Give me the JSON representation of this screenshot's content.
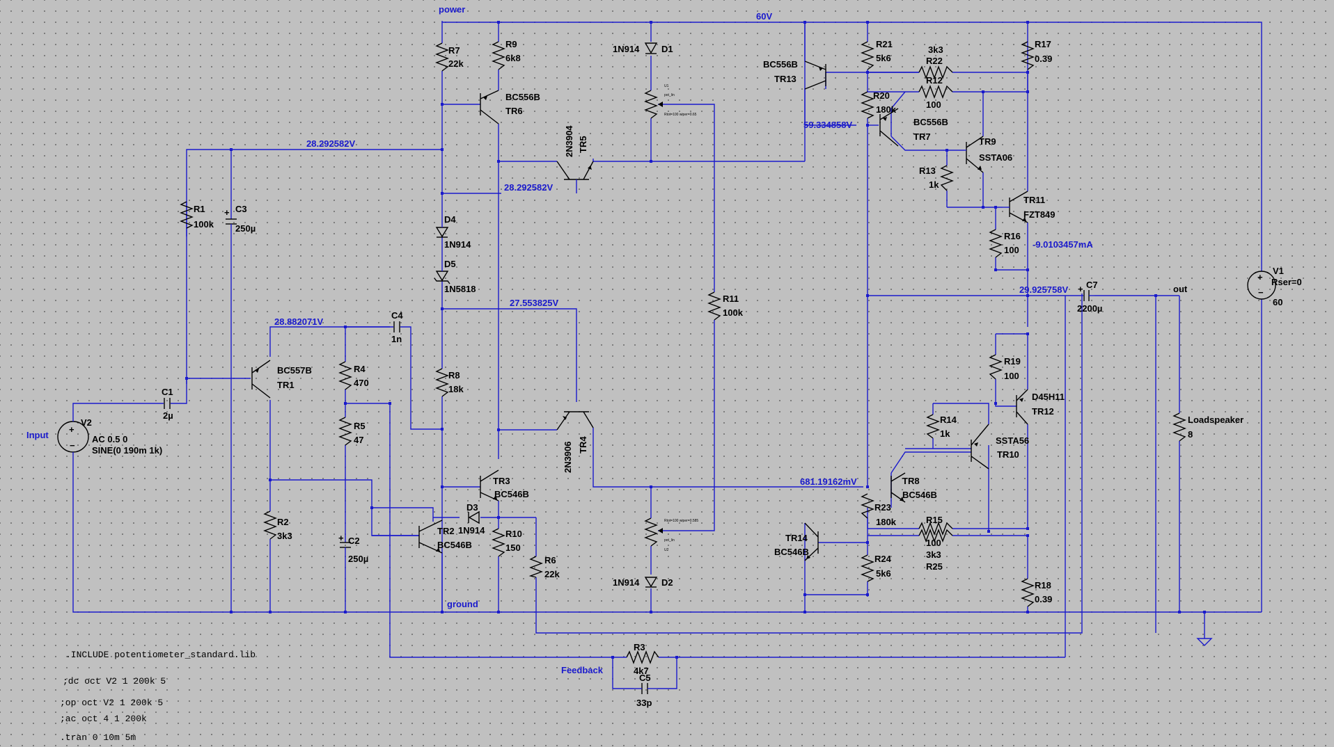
{
  "nets": {
    "power": "power",
    "v60": "60V",
    "ground": "ground",
    "feedback": "Feedback",
    "out": "out",
    "input": "Input",
    "v_top": "28.292582V",
    "v_tr5": "28.292582V",
    "v_c4": "28.882071V",
    "v_mid": "27.553825V",
    "v_tr7": "59.334858V",
    "v_tr8": "681.19162mV",
    "v_out": "29.925758V",
    "i_r16": "-9.0103457mA"
  },
  "components": {
    "R7": {
      "name": "R7",
      "value": "22k"
    },
    "R9": {
      "name": "R9",
      "value": "6k8"
    },
    "R1": {
      "name": "R1",
      "value": "100k"
    },
    "C3": {
      "name": "C3",
      "value": "250µ"
    },
    "C1": {
      "name": "C1",
      "value": "2µ"
    },
    "C4": {
      "name": "C4",
      "value": "1n"
    },
    "R4": {
      "name": "R4",
      "value": "470"
    },
    "R5": {
      "name": "R5",
      "value": "47"
    },
    "R2": {
      "name": "R2",
      "value": "3k3"
    },
    "C2": {
      "name": "C2",
      "value": "250µ"
    },
    "R8": {
      "name": "R8",
      "value": "18k"
    },
    "R10": {
      "name": "R10",
      "value": "150"
    },
    "R6": {
      "name": "R6",
      "value": "22k"
    },
    "R3": {
      "name": "R3",
      "value": "4k7"
    },
    "C5": {
      "name": "C5",
      "value": "33p"
    },
    "R11": {
      "name": "R11",
      "value": "100k"
    },
    "R21": {
      "name": "R21",
      "value": "5k6"
    },
    "R20": {
      "name": "R20",
      "value": "180k"
    },
    "R22": {
      "name": "R22",
      "value": "3k3"
    },
    "R12": {
      "name": "R12",
      "value": "100"
    },
    "R13": {
      "name": "R13",
      "value": "1k"
    },
    "R16": {
      "name": "R16",
      "value": "100"
    },
    "R17": {
      "name": "R17",
      "value": "0.39"
    },
    "C7": {
      "name": "C7",
      "value": "2200µ"
    },
    "R19": {
      "name": "R19",
      "value": "100"
    },
    "R14": {
      "name": "R14",
      "value": "1k"
    },
    "R23": {
      "name": "R23",
      "value": "180k"
    },
    "R24": {
      "name": "R24",
      "value": "5k6"
    },
    "R15": {
      "name": "R15",
      "value": "100"
    },
    "R25": {
      "name": "R25",
      "value": "3k3"
    },
    "R18": {
      "name": "R18",
      "value": "0.39"
    },
    "LS": {
      "name": "Loadspeaker",
      "value": "8"
    },
    "D1": {
      "name": "D1",
      "value": "1N914"
    },
    "D2": {
      "name": "D2",
      "value": "1N914"
    },
    "D3": {
      "name": "D3",
      "value": "1N914"
    },
    "D4": {
      "name": "D4",
      "value": "1N914"
    },
    "D5": {
      "name": "D5",
      "value": "1N5818"
    },
    "TR1": {
      "name": "TR1",
      "value": "BC557B"
    },
    "TR2": {
      "name": "TR2",
      "value": "BC546B"
    },
    "TR3": {
      "name": "TR3",
      "value": "BC546B"
    },
    "TR4": {
      "name": "TR4",
      "value": "2N3906"
    },
    "TR5": {
      "name": "TR5",
      "value": "2N3904"
    },
    "TR6": {
      "name": "TR6",
      "value": "BC556B"
    },
    "TR7": {
      "name": "TR7",
      "value": "BC556B"
    },
    "TR8": {
      "name": "TR8",
      "value": "BC546B"
    },
    "TR9": {
      "name": "TR9",
      "value": "SSTA06"
    },
    "TR10": {
      "name": "TR10",
      "value": "SSTA56"
    },
    "TR11": {
      "name": "TR11",
      "value": "FZT849"
    },
    "TR12": {
      "name": "TR12",
      "value": "D45H11"
    },
    "TR13": {
      "name": "TR13",
      "value": "BC556B"
    },
    "TR14": {
      "name": "TR14",
      "value": "BC546B"
    },
    "V1": {
      "name": "V1",
      "attr": "Rser=0",
      "value": "60"
    },
    "V2": {
      "name": "V2",
      "value": "AC 0.5 0",
      "value2": "SINE(0 190m 1k)"
    }
  },
  "pots": {
    "U1": {
      "name": "U1",
      "model": "pot_lin",
      "params": "Rtot=100 wiper=0.65"
    },
    "U2": {
      "name": "U2",
      "model": "pot_lin",
      "params": "Rtot=100 wiper=0.585"
    }
  },
  "directives": [
    ".INCLUDE potentiometer_standard.lib",
    ";dc oct V2 1 200k 5",
    ";op oct V2 1 200k 5",
    ";ac oct 4 1 200k",
    ".tran 0 10m 5m"
  ]
}
